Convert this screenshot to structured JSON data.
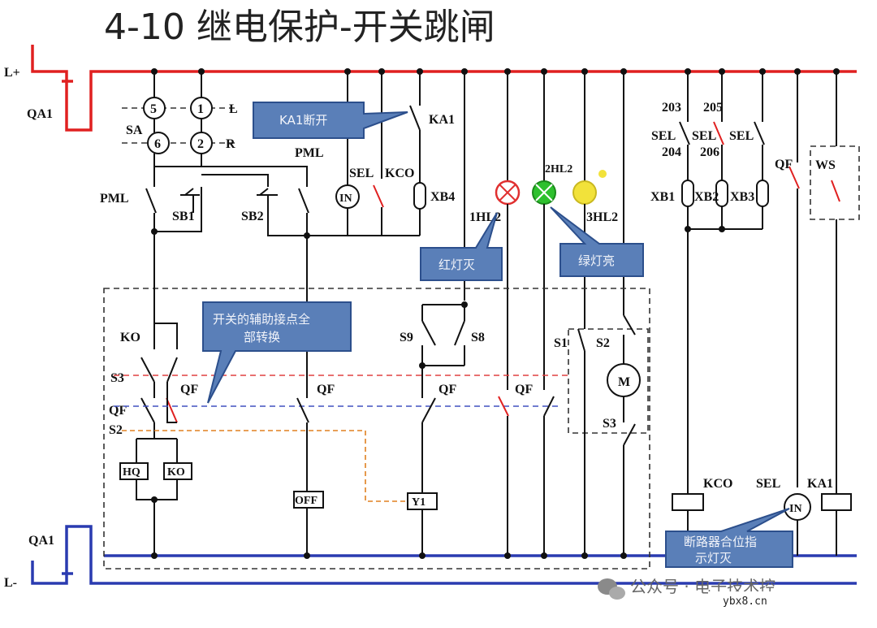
{
  "title": "4-10  继电保护-开关跳闸",
  "bus": {
    "positive": "L+",
    "negative": "L-",
    "breaker_top": "QA1",
    "breaker_bottom": "QA1"
  },
  "switch": {
    "name": "SA",
    "contacts": [
      "5",
      "1",
      "6",
      "2"
    ],
    "left_label": "L",
    "right_label": "R"
  },
  "labels": {
    "pml_left": "PML",
    "pml_top": "PML",
    "sb1": "SB1",
    "sb2": "SB2",
    "in": "IN",
    "sel": "SEL",
    "kco": "KCO",
    "xb4": "XB4",
    "ka1": "KA1",
    "hl1": "1HL2",
    "hl2": "2HL2",
    "hl3": "3HL2",
    "ko": "KO",
    "s3": "S3",
    "qf_left": "QF",
    "s2_left": "S2",
    "qf1": "QF",
    "qf2": "QF",
    "qf3": "QF",
    "qf4": "QF",
    "s9": "S9",
    "s8": "S8",
    "s1": "S1",
    "s2_motor": "S2",
    "m": "M",
    "s3_motor": "S3",
    "hq": "HQ",
    "ko_coil": "KO",
    "off": "OFF",
    "y1": "Y1",
    "n203": "203",
    "n205": "205",
    "sel_a": "SEL",
    "sel_b": "SEL",
    "sel_c": "SEL",
    "n204": "204",
    "n206": "206",
    "xb1": "XB1",
    "xb2": "XB2",
    "xb3": "XB3",
    "qf_right": "QF",
    "ws": "WS",
    "kco_coil": "KCO",
    "sel_coil": "SEL",
    "in_coil": "IN",
    "ka1_coil": "KA1"
  },
  "callouts": {
    "ka1": "KA1断开",
    "red_light": "红灯灭",
    "green_light": "绿灯亮",
    "contacts": [
      "开关的辅助接点全",
      "部转换"
    ],
    "breaker": [
      "断路器合位指",
      "示灯灭"
    ]
  },
  "lamps": {
    "red": "#e03030",
    "green": "#2ec02e",
    "yellow": "#f2e23a"
  },
  "colors": {
    "positive_bus": "#e02020",
    "negative_bus": "#2a3bb0",
    "callout": "#5a7fb8"
  },
  "watermark": {
    "text": "公众号 · 电子技术控",
    "url": "ybx8.cn"
  }
}
